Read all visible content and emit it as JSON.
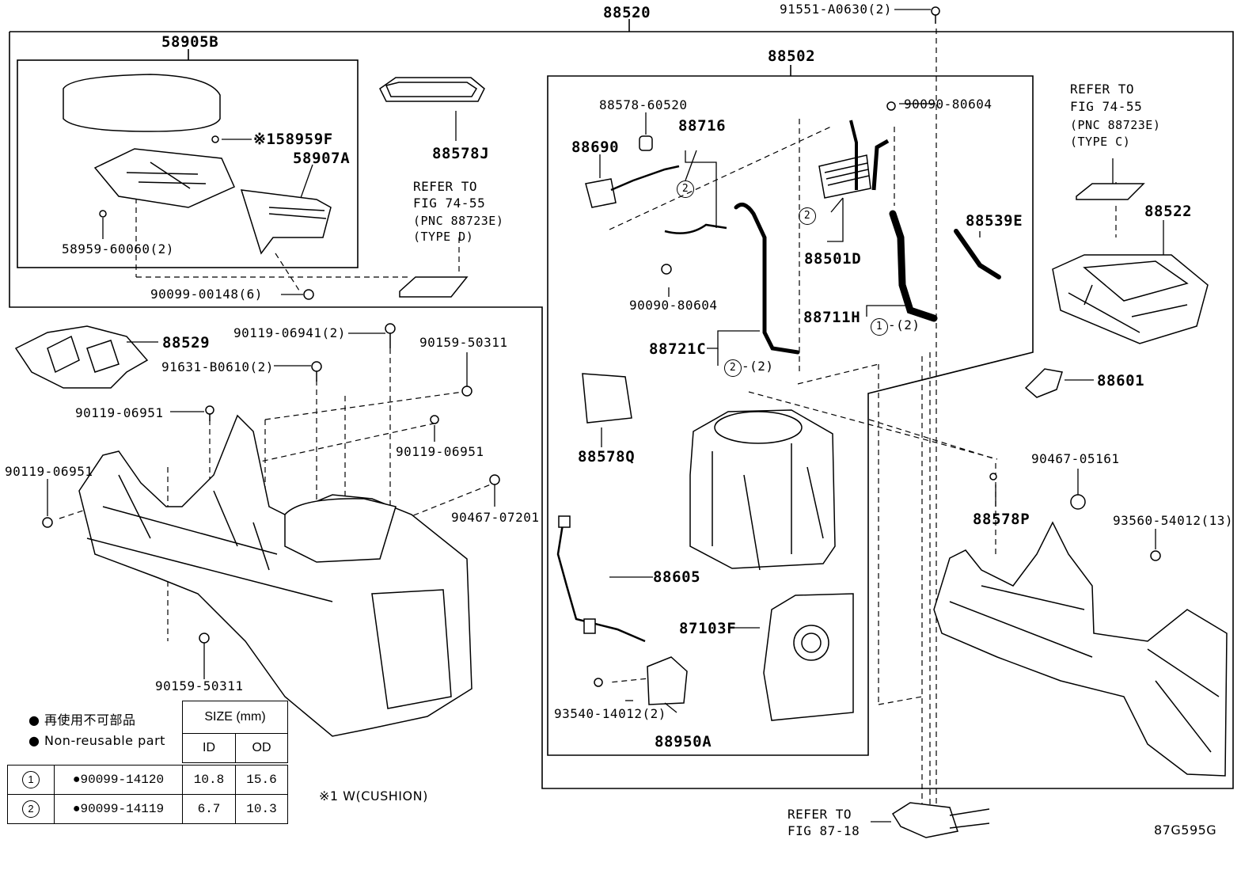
{
  "labels": {
    "p88520": "88520",
    "p91551": "91551-A0630(2)",
    "p58905B": "58905B",
    "p58959F": "※158959F",
    "p58907A": "58907A",
    "p58959_60060": "58959-60060(2)",
    "p90099_00148": "90099-00148(6)",
    "p88578J": "88578J",
    "refer_d_1": "REFER TO",
    "refer_d_2": "FIG 74-55",
    "refer_d_3": "(PNC 88723E)",
    "refer_d_4": "(TYPE D)",
    "p88502": "88502",
    "p88578_60520": "88578-60520",
    "p88716": "88716",
    "p88690": "88690",
    "p90090_80604_a": "90090-80604",
    "p90090_80604_b": "90090-80604",
    "p88501D": "88501D",
    "p88539E": "88539E",
    "p88711H": "88711H",
    "p88721C": "88721C",
    "p88578Q": "88578Q",
    "p88605": "88605",
    "p87103F": "87103F",
    "p93540": "93540-14012(2)",
    "p88950A": "88950A",
    "refer_c_1": "REFER TO",
    "refer_c_2": "FIG 74-55",
    "refer_c_3": "(PNC 88723E)",
    "refer_c_4": "(TYPE C)",
    "p88522": "88522",
    "p88601": "88601",
    "p90467_05161": "90467-05161",
    "p88578P": "88578P",
    "p93560": "93560-54012(13)",
    "p88529": "88529",
    "p90119_06941": "90119-06941(2)",
    "p90159_50311_a": "90159-50311",
    "p91631": "91631-B0610(2)",
    "p90119_06951_a": "90119-06951",
    "p90119_06951_b": "90119-06951",
    "p90119_06951_c": "90119-06951",
    "p90467_07201": "90467-07201",
    "p90159_50311_b": "90159-50311",
    "refer_87_1": "REFER TO",
    "refer_87_2": "FIG 87-18",
    "fig_code": "87G595G",
    "cushion_note": "※1 W(CUSHION)",
    "circle_1": "1",
    "circle_2": "2",
    "qty_2": "-(2)"
  },
  "legend": {
    "jp": "再使用不可部品",
    "en": "Non-reusable part",
    "size_header": "SIZE (mm)",
    "id_header": "ID",
    "od_header": "OD",
    "rows": [
      {
        "no": "1",
        "part": "90099-14120",
        "id": "10.8",
        "od": "15.6"
      },
      {
        "no": "2",
        "part": "90099-14119",
        "id": "6.7",
        "od": "10.3"
      }
    ]
  }
}
